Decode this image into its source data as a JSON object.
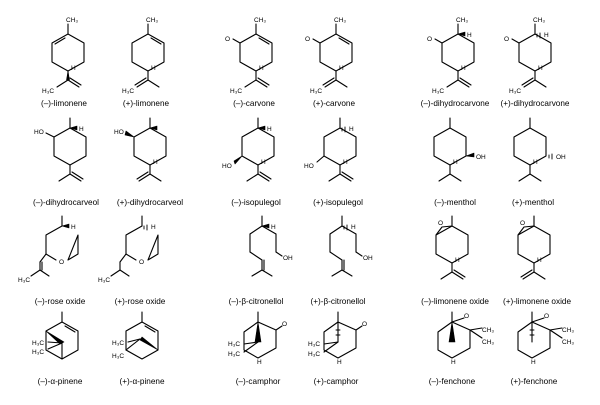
{
  "compounds": [
    {
      "name": "(–)-limonene"
    },
    {
      "name": "(+)-limonene"
    },
    {
      "name": "(–)-carvone"
    },
    {
      "name": "(+)-carvone"
    },
    {
      "name": "(–)-dihydrocarvone"
    },
    {
      "name": "(+)-dihydrocarvone"
    },
    {
      "name": "(–)-dihydrocarveol"
    },
    {
      "name": "(+)-dihydrocarveol"
    },
    {
      "name": "(–)-isopulegol"
    },
    {
      "name": "(+)-isopulegol"
    },
    {
      "name": "(–)-menthol"
    },
    {
      "name": "(+)-menthol"
    },
    {
      "name": "(–)-rose oxide"
    },
    {
      "name": "(+)-rose oxide"
    },
    {
      "name": "(–)-β-citronellol"
    },
    {
      "name": "(+)-β-citronellol"
    },
    {
      "name": "(–)-limonene oxide"
    },
    {
      "name": "(+)-limonene oxide"
    },
    {
      "name": "(–)-α-pinene"
    },
    {
      "name": "(+)-α-pinene"
    },
    {
      "name": "(–)-camphor"
    },
    {
      "name": "(+)-camphor"
    },
    {
      "name": "(–)-fenchone"
    },
    {
      "name": "(+)-fenchone"
    }
  ],
  "atoms": {
    "ch3": "CH₃",
    "h3c": "H₃C",
    "h": "H",
    "o": "O",
    "oh": "OH",
    "ho": "HO"
  }
}
